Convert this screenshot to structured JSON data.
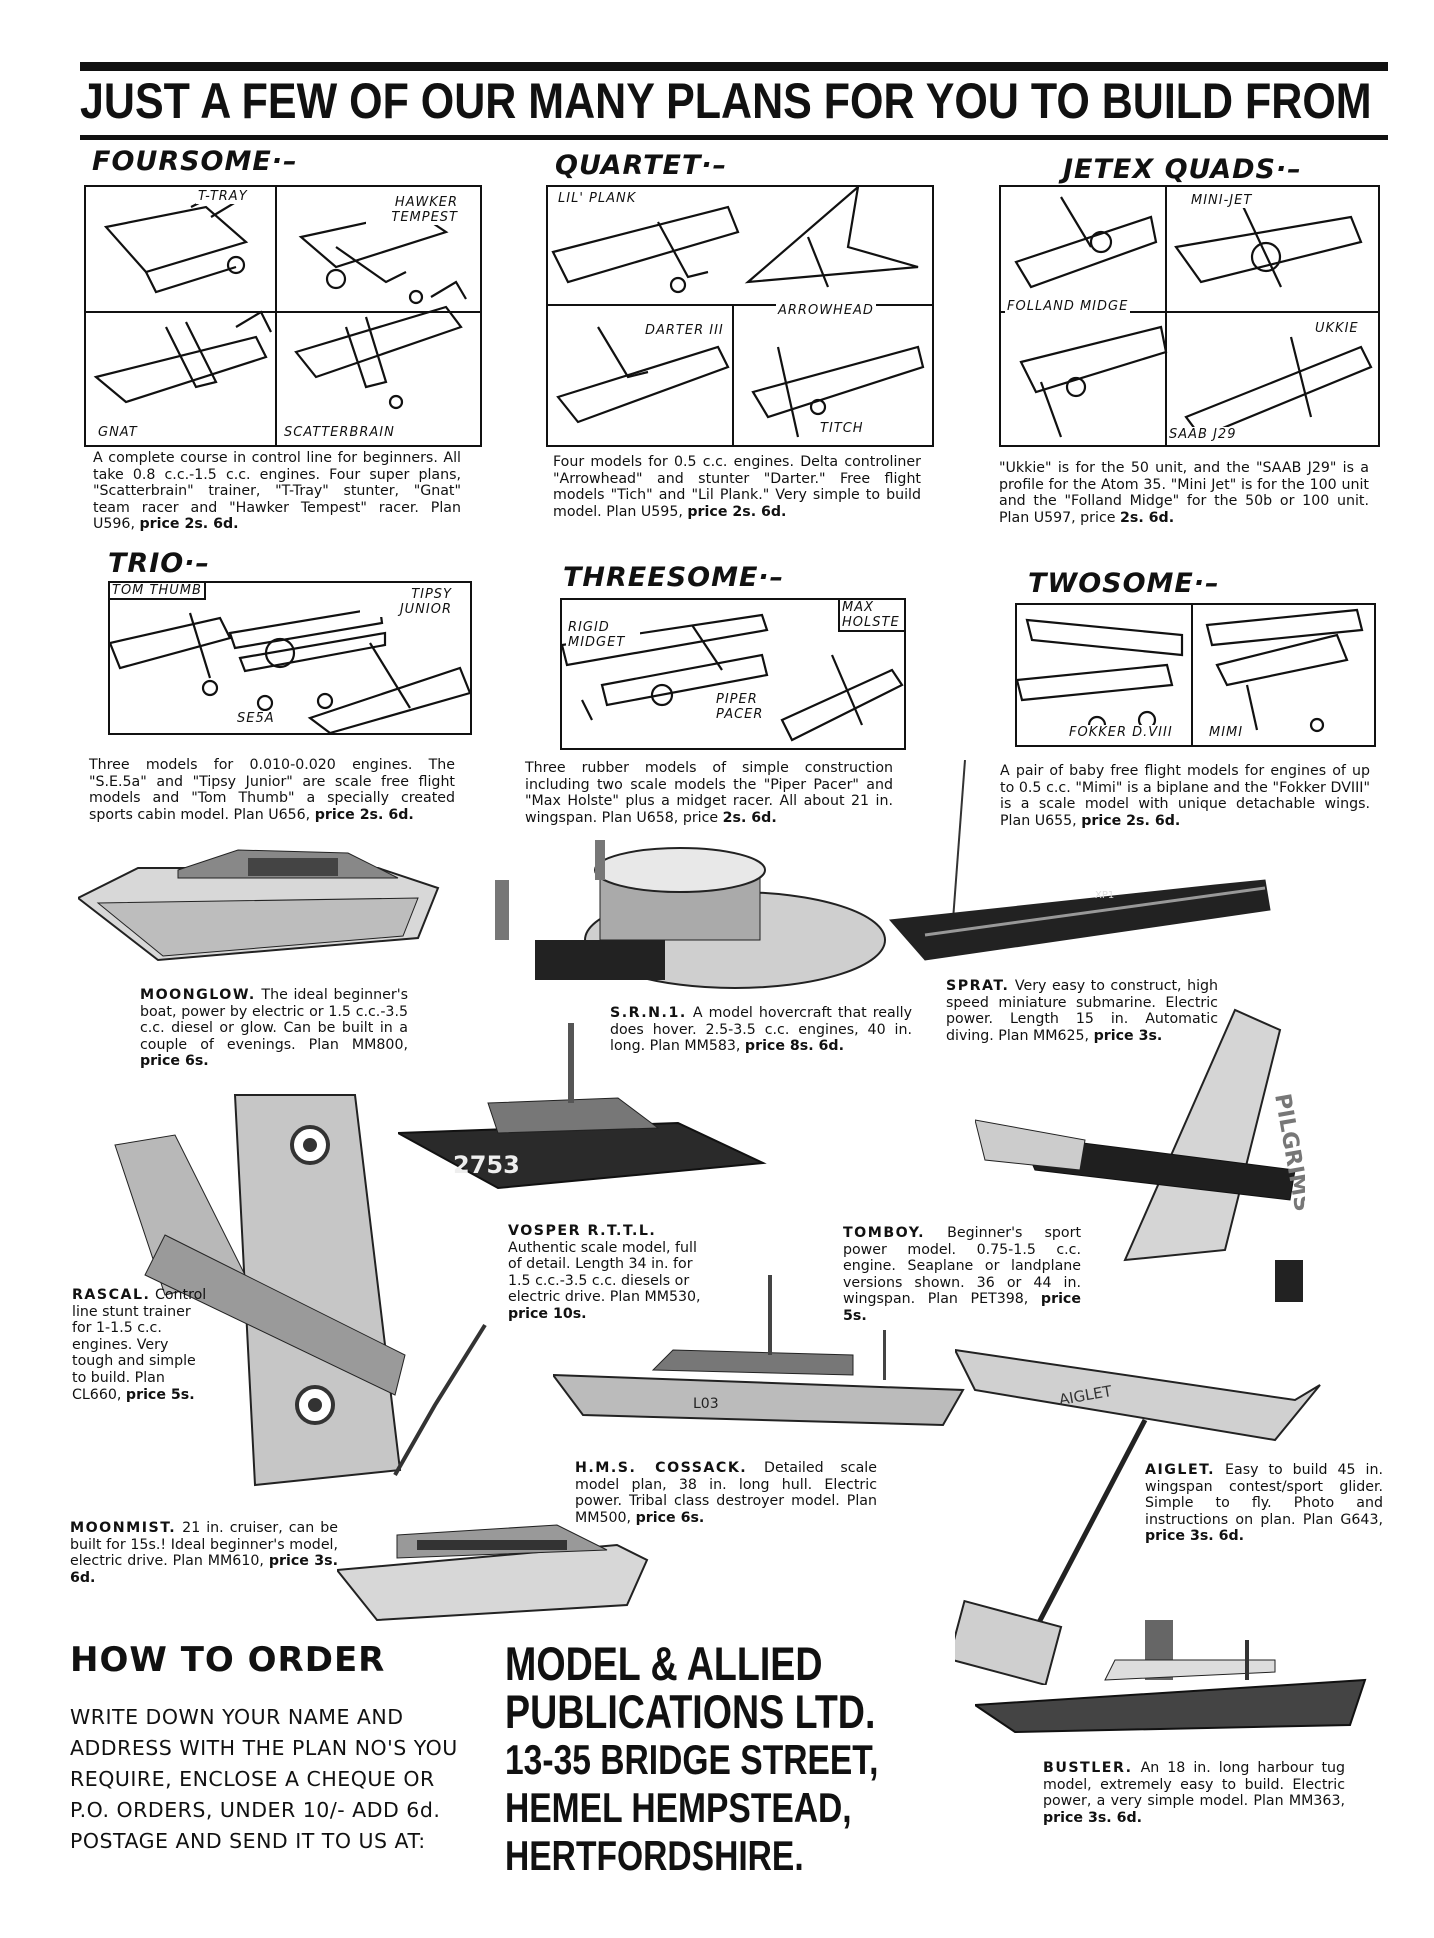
{
  "headline": "JUST A FEW OF OUR MANY PLANS FOR YOU TO BUILD FROM",
  "sets": {
    "foursome": {
      "title": "FOURSOME·–",
      "labels": [
        "T-TRAY",
        "HAWKER TEMPEST",
        "GNAT",
        "SCATTERBRAIN"
      ],
      "text": "A complete course in control line for beginners. All take 0.8 c.c.-1.5 c.c. engines. Four super plans, \"Scatterbrain\" trainer, \"T-Tray\" stunter, \"Gnat\" team racer and \"Hawker Tempest\" racer. Plan U596,",
      "price": "price 2s. 6d."
    },
    "quartet": {
      "title": "QUARTET·–",
      "labels": [
        "LIL' PLANK",
        "ARROWHEAD",
        "DARTER III",
        "TITCH"
      ],
      "text": "Four models for 0.5 c.c. engines. Delta controliner \"Arrowhead\" and stunter \"Darter.\" Free flight models \"Tich\" and \"Lil Plank.\" Very simple to build model. Plan U595,",
      "price": "price 2s. 6d."
    },
    "jetex": {
      "title": "JETEX QUADS·–",
      "labels": [
        "MINI-JET",
        "FOLLAND MIDGE",
        "UKKIE",
        "SAAB J29"
      ],
      "text": "\"Ukkie\" is for the 50 unit, and the \"SAAB J29\" is a profile for the Atom 35. \"Mini Jet\" is for the 100 unit and the \"Folland Midge\" for the 50b or 100 unit. Plan U597, price",
      "price": "2s. 6d."
    },
    "trio": {
      "title": "TRIO·–",
      "labels": [
        "TOM THUMB",
        "TIPSY JUNIOR",
        "SE5A"
      ],
      "text": "Three models for 0.010-0.020 engines. The \"S.E.5a\" and \"Tipsy Junior\" are scale free flight models and \"Tom Thumb\" a specially created sports cabin model. Plan U656,",
      "price": "price 2s. 6d."
    },
    "threesome": {
      "title": "THREESOME·–",
      "labels": [
        "RIGID MIDGET",
        "MAX HOLSTE",
        "PIPER PACER"
      ],
      "text": "Three rubber models of simple construction including two scale models the \"Piper Pacer\" and \"Max Holste\" plus a midget racer. All about 21 in. wingspan. Plan U658, price",
      "price": "2s. 6d."
    },
    "twosome": {
      "title": "TWOSOME·–",
      "labels": [
        "FOKKER D.VIII",
        "MIMI"
      ],
      "text": "A pair of baby free flight models for engines of up to 0.5 c.c. \"Mimi\" is a biplane and the \"Fokker DVIII\" is a scale model with unique detachable wings. Plan U655,",
      "price": "price 2s. 6d."
    }
  },
  "models": {
    "moonglow": {
      "name": "MOONGLOW.",
      "text": "The ideal beginner's boat, power by electric or 1.5 c.c.-3.5 c.c. diesel or glow. Can be built in a couple of evenings. Plan MM800,",
      "price": "price 6s."
    },
    "srn1": {
      "name": "S.R.N.1.",
      "text": "A model hovercraft that really does hover. 2.5-3.5 c.c. engines, 40 in. long. Plan MM583,",
      "price": "price 8s. 6d."
    },
    "sprat": {
      "name": "SPRAT.",
      "text": "Very easy to construct, high speed miniature submarine. Electric power. Length 15 in. Automatic diving. Plan MM625,",
      "price": "price 3s."
    },
    "vosper": {
      "name": "VOSPER R.T.T.L.",
      "text": "Authentic scale model, full of detail. Length 34 in. for 1.5 c.c.-3.5 c.c. diesels or electric drive. Plan MM530,",
      "price": "price 10s."
    },
    "tomboy": {
      "name": "TOMBOY.",
      "text": "Beginner's sport power model. 0.75-1.5 c.c. engine. Seaplane or landplane versions shown. 36 or 44 in. wingspan. Plan PET398,",
      "price": "price 5s."
    },
    "rascal": {
      "name": "RASCAL.",
      "text": "Control line stunt trainer for 1-1.5 c.c. engines. Very tough and simple to build. Plan CL660,",
      "price": "price 5s."
    },
    "cossack": {
      "name": "H.M.S. COSSACK.",
      "text": "Detailed scale model plan, 38 in. long hull. Electric power. Tribal class destroyer model. Plan MM500,",
      "price": "price 6s."
    },
    "aiglet": {
      "name": "AIGLET.",
      "text": "Easy to build 45 in. wingspan contest/sport glider. Simple to fly. Photo and instructions on plan. Plan G643,",
      "price": "price 3s. 6d."
    },
    "moonmist": {
      "name": "MOONMIST.",
      "text": "21 in. cruiser, can be built for 15s.! Ideal beginner's model, electric drive. Plan MM610,",
      "price": "price 3s. 6d."
    },
    "bustler": {
      "name": "BUSTLER.",
      "text": "An 18 in. long harbour tug model, extremely easy to build. Electric power, a very simple model. Plan MM363,",
      "price": "price 3s. 6d."
    }
  },
  "photo_marks": {
    "vosper_number": "2753",
    "cossack_number": "L03",
    "sprat_number": "XP1",
    "tomboy_wing": "PILGRIMS",
    "aiglet_wing": "AIGLET"
  },
  "order": {
    "title": "HOW TO ORDER",
    "text": "WRITE DOWN YOUR NAME AND ADDRESS WITH THE PLAN NO'S YOU REQUIRE, ENCLOSE A CHEQUE OR P.O. ORDERS, UNDER 10/- ADD 6d. POSTAGE AND SEND IT TO US AT:"
  },
  "publisher": {
    "line1": "MODEL & ALLIED",
    "line2": "PUBLICATIONS LTD.",
    "line3": "13-35 BRIDGE STREET,",
    "line4": "HEMEL HEMPSTEAD,",
    "line5": "HERTFORDSHIRE."
  }
}
